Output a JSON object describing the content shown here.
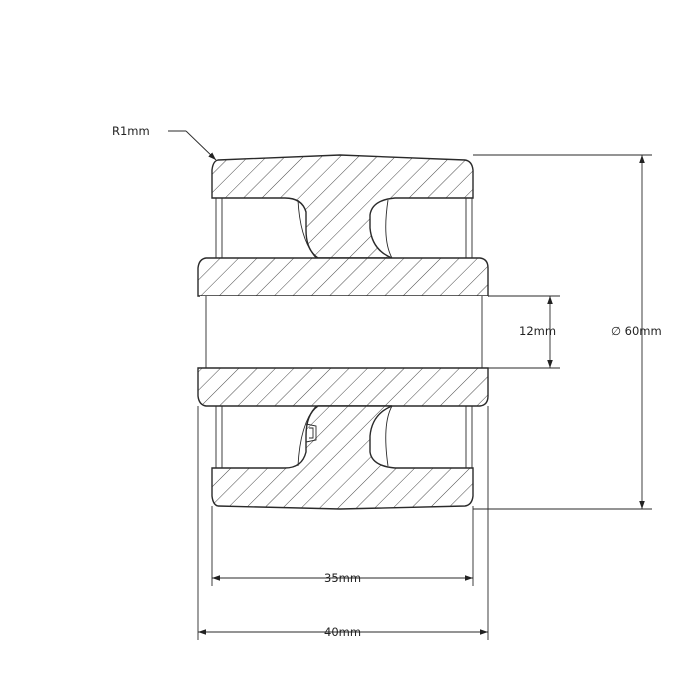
{
  "dimensions": {
    "fillet_radius": "R1mm",
    "bore_diameter": "12mm",
    "outer_diameter": "∅ 60mm",
    "inner_width": "35mm",
    "overall_width": "40mm"
  }
}
